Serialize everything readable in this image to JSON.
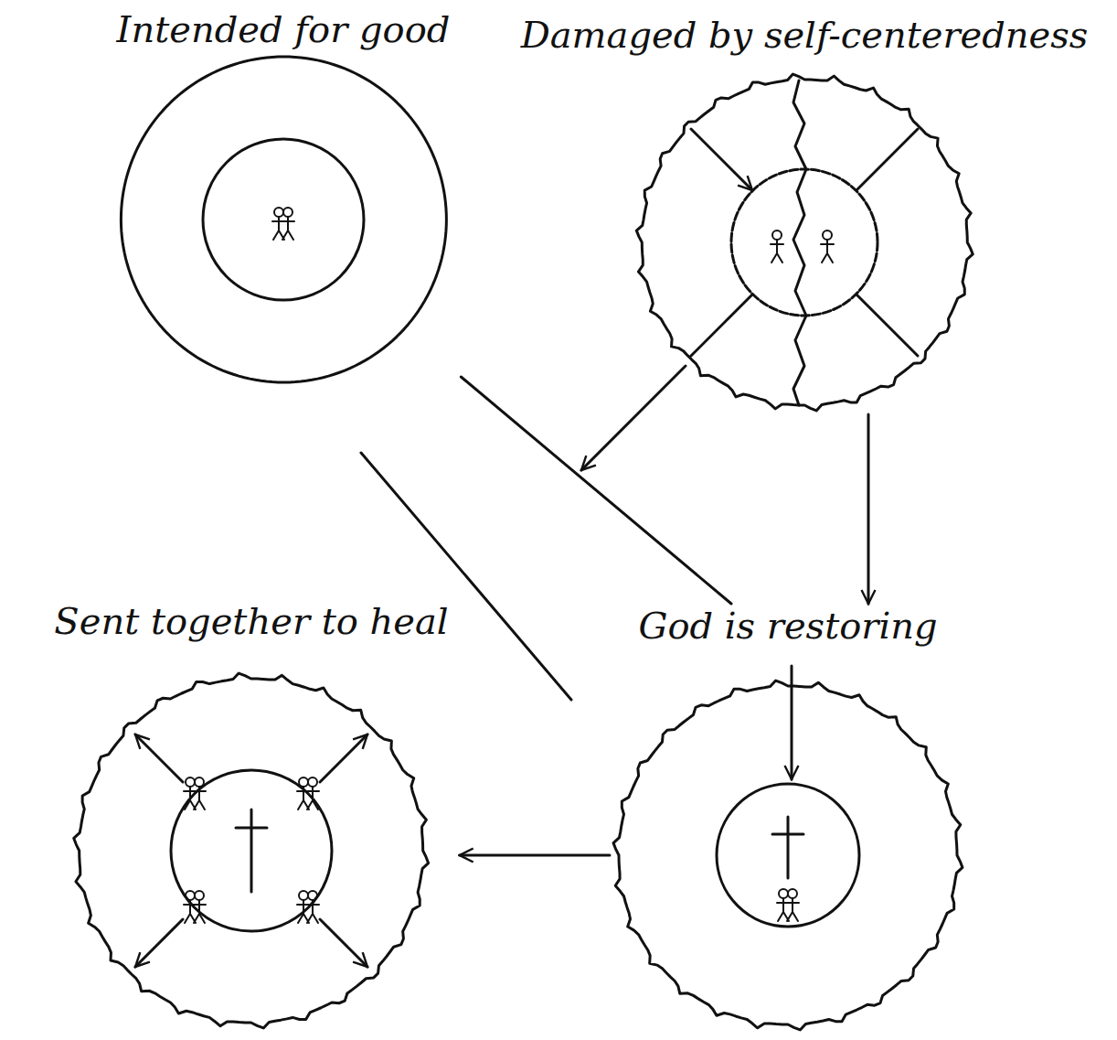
{
  "diagram": {
    "nodes": [
      {
        "text": [
          "Intended for good"
        ]
      },
      {
        "text": [
          "Damaged by self-centeredness"
        ]
      },
      {
        "text": [
          "God is restoring"
        ]
      },
      {
        "text": [
          "Sent together to heal"
        ]
      }
    ],
    "edges": [
      {
        "from": 0,
        "to": 2,
        "arrow": "none"
      },
      {
        "from": 1,
        "to": 2,
        "arrow": "to"
      },
      {
        "from": 2,
        "to": 3,
        "arrow": "to"
      }
    ]
  }
}
